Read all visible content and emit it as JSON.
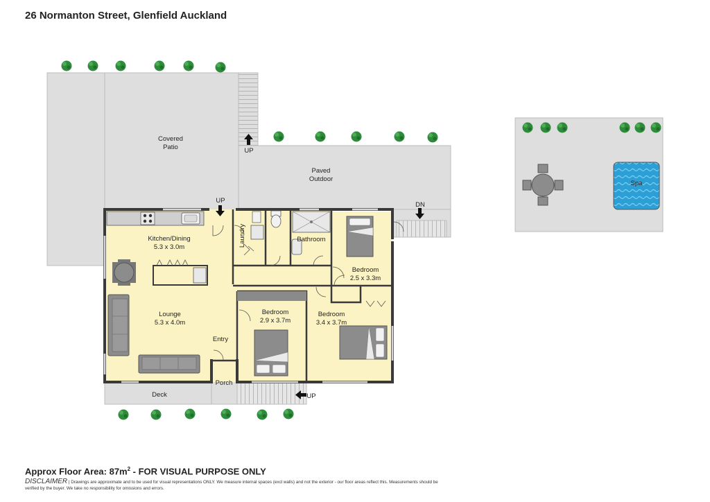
{
  "header": {
    "address": "26 Normanton Street, Glenfield Auckland"
  },
  "areas": {
    "covered_patio": {
      "line1": "Covered",
      "line2": "Patio"
    },
    "paved_outdoor": {
      "line1": "Paved",
      "line2": "Outdoor"
    },
    "spa": "Spa",
    "deck": "Deck",
    "porch": "Porch",
    "entry": "Entry",
    "laundry": "Laundry",
    "bathroom": "Bathroom"
  },
  "rooms": {
    "kitchen": {
      "name": "Kitchen/Dining",
      "size": "5.3 x 3.0m"
    },
    "lounge": {
      "name": "Lounge",
      "size": "5.3 x 4.0m"
    },
    "bedroom1": {
      "name": "Bedroom",
      "size": "2.5 x 3.3m"
    },
    "bedroom2": {
      "name": "Bedroom",
      "size": "2.9 x 3.7m"
    },
    "bedroom3": {
      "name": "Bedroom",
      "size": "3.4 x 3.7m"
    }
  },
  "stairs": {
    "up": "UP",
    "dn": "DN"
  },
  "footer": {
    "area_prefix": "Approx Floor Area: 87m",
    "area_sup": "2",
    "area_suffix": " - FOR VISUAL PURPOSE ONLY",
    "disclaimer_head": "DISCLAIMER",
    "disclaimer_text": " | Drawings are approximate and to be used for visual representations ONLY. We measure internal spaces (excl walls) and not the exterior - our floor areas reflect this. Measurements should be verified by the buyer. We take no responsibility for omissions and errors."
  },
  "colors": {
    "wall": "#3a3a3a",
    "floor": "#fbf3c4",
    "outdoor": "#dedede",
    "outdoor_stroke": "#bcbcbc",
    "furniture": "#8a8a8a",
    "tree": "#2e8b3a",
    "spa": "#2b9fd6"
  },
  "icons": [
    "tree-icon",
    "dining-table-icon",
    "sofa-icon",
    "bed-icon",
    "stove-icon",
    "sink-icon",
    "toilet-icon",
    "shower-icon",
    "arrow-up-icon",
    "arrow-down-icon",
    "patio-table-icon",
    "spa-icon"
  ]
}
